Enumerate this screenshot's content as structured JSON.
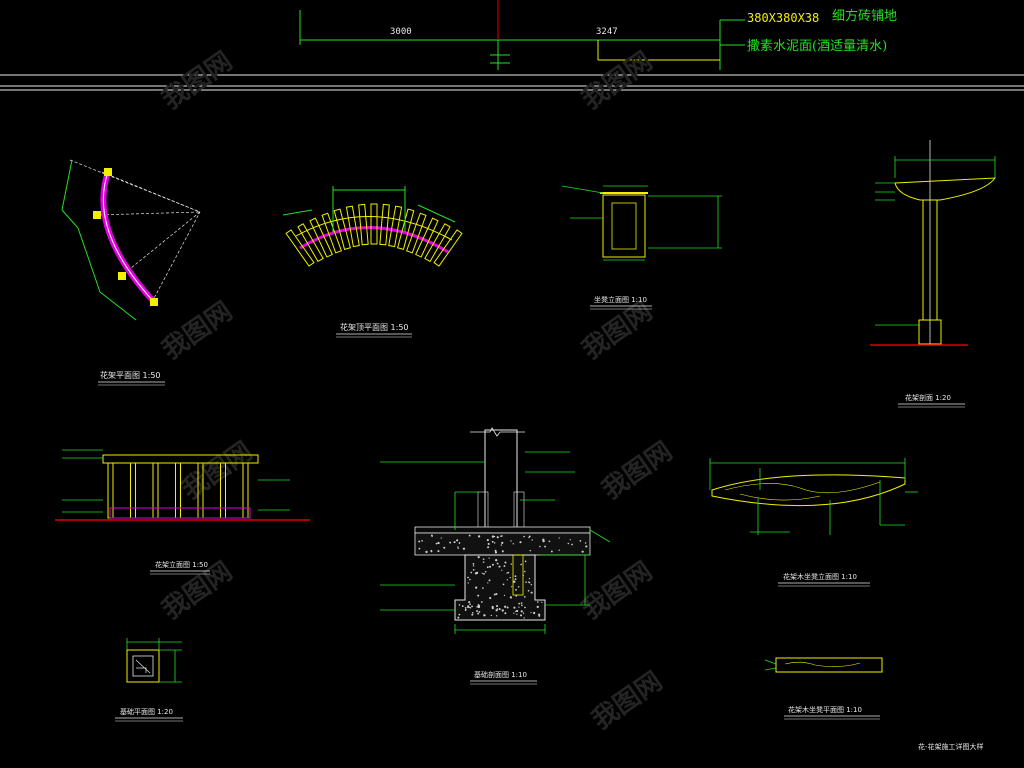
{
  "top_dimensions": {
    "dim_a": "3000",
    "dim_b": "3247"
  },
  "legend": {
    "line1_size": "380X380X38",
    "line1_label": "细方砖铺地",
    "line2_label": "撒素水泥面(酒适量清水)"
  },
  "drawings": {
    "plan_arc_title": "花架平面图 1:50",
    "roof_plan_title": "花架顶平面图 1:50",
    "beam_detail_title": "坐凳立面图 1:10",
    "column_section_title": "花架剖面 1:20",
    "elevation_title": "花架立面图 1:50",
    "footing_section_title": "基础剖面图 1:10",
    "bench_section_title": "花架木坐凳立面图 1:10",
    "pier_plan_title": "基础平面图 1:20",
    "bench_plan_title": "花架木坐凳平面图 1:10",
    "sheet_title": "花-花架施工详图大样"
  },
  "watermark": "我图网",
  "colors": {
    "green": "#22e022",
    "yellow": "#f0f000",
    "magenta": "#e000e0",
    "white": "#e8e8e8",
    "red": "#e00000",
    "cyan": "#00e0e0"
  }
}
